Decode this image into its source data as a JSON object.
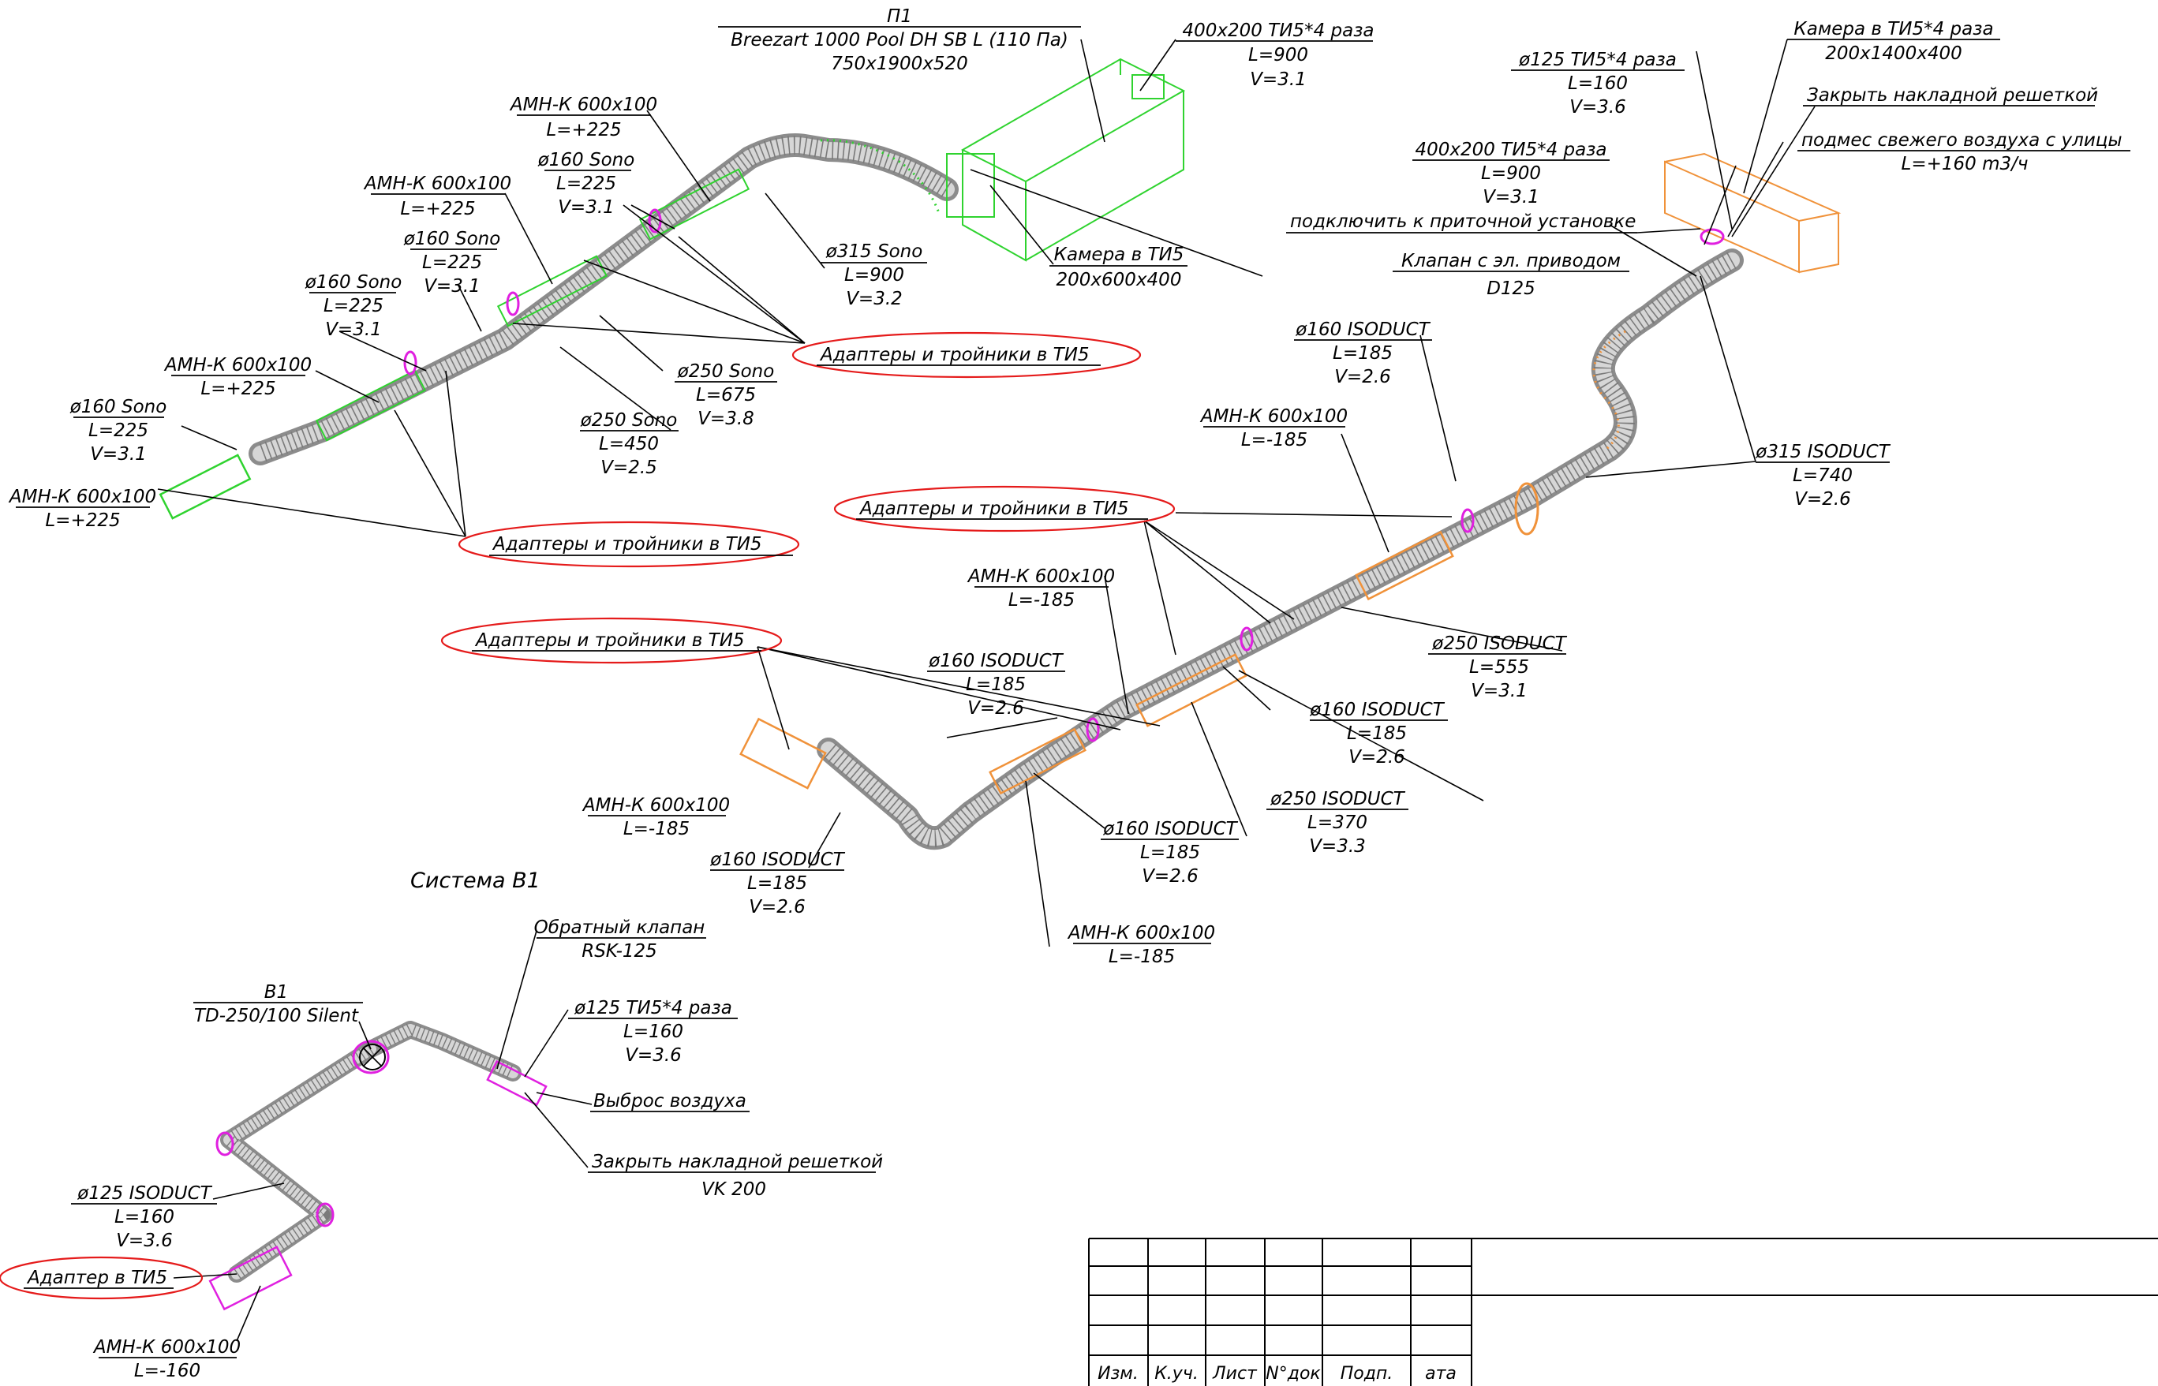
{
  "colors": {
    "supply_green": "#2fd32f",
    "supply_orange": "#f0923a",
    "exhaust_magenta": "#e020e0",
    "highlight_red": "#e51b1b",
    "duct_gray": "#9a9a9a",
    "text": "#000000"
  },
  "labels": {
    "p1_title": "П1",
    "p1_model": "Breezart 1000 Pool DH SB L (110 Па)",
    "p1_dims": "750x1900x520",
    "g_400x200_name": "400x200 ТИ5*4 раза",
    "g_400x200_l": "L=900",
    "g_400x200_v": "V=3.1",
    "g_cam_name": "Камера в ТИ5",
    "g_cam_dims": "200x600x400",
    "g_315_name": "ø315 Sono",
    "g_315_l": "L=900",
    "g_315_v": "V=3.2",
    "g_amn1_name": "АМН-К 600x100",
    "g_amn1_l": "L=+225",
    "g_160a_name": "ø160 Sono",
    "g_160a_l": "L=225",
    "g_160a_v": "V=3.1",
    "g_amn2_name": "АМН-К 600x100",
    "g_amn2_l": "L=+225",
    "g_160b_name": "ø160 Sono",
    "g_160b_l": "L=225",
    "g_160b_v": "V=3.1",
    "g_160c_name": "ø160 Sono",
    "g_160c_l": "L=225",
    "g_160c_v": "V=3.1",
    "g_amn3_name": "АМН-К 600x100",
    "g_amn3_l": "L=+225",
    "g_160d_name": "ø160 Sono",
    "g_160d_l": "L=225",
    "g_160d_v": "V=3.1",
    "g_amn4_name": "АМН-К 600x100",
    "g_amn4_l": "L=+225",
    "g_250a_name": "ø250 Sono",
    "g_250a_l": "L=675",
    "g_250a_v": "V=3.8",
    "g_250b_name": "ø250 Sono",
    "g_250b_l": "L=450",
    "g_250b_v": "V=2.5",
    "adapter_tees_1": "Адаптеры и тройники в ТИ5",
    "adapter_tees_2": "Адаптеры и тройники в ТИ5",
    "adapter_tees_3": "Адаптеры и тройники в ТИ5",
    "adapter_tees_4": "Адаптеры и тройники в ТИ5",
    "o_cam_name": "Камера в ТИ5*4 раза",
    "o_cam_dims": "200x1400x400",
    "o_125_name": "ø125 ТИ5*4 раза",
    "o_125_l": "L=160",
    "o_125_v": "V=3.6",
    "o_close": "Закрыть накладной решеткой",
    "o_fresh": "подмес свежего воздуха с улицы",
    "o_fresh_l": "L=+160 m3/ч",
    "o_400x200_name": "400x200 ТИ5*4 раза",
    "o_400x200_l": "L=900",
    "o_400x200_v": "V=3.1",
    "o_connect": "подключить к приточной установке",
    "o_valve": "Клапан с эл. приводом",
    "o_valve_model": "D125",
    "o_160a_name": "ø160 ISODUCT",
    "o_160a_l": "L=185",
    "o_160a_v": "V=2.6",
    "o_amn1_name": "АМН-К 600x100",
    "o_amn1_l": "L=-185",
    "o_315_name": "ø315 ISODUCT",
    "o_315_l": "L=740",
    "o_315_v": "V=2.6",
    "o_amn2_name": "АМН-К 600x100",
    "o_amn2_l": "L=-185",
    "o_250a_name": "ø250 ISODUCT",
    "o_250a_l": "L=555",
    "o_250a_v": "V=3.1",
    "o_160b_name": "ø160 ISODUCT",
    "o_160b_l": "L=185",
    "o_160b_v": "V=2.6",
    "o_160c_name": "ø160 ISODUCT",
    "o_160c_l": "L=185",
    "o_160c_v": "V=2.6",
    "o_250b_name": "ø250 ISODUCT",
    "o_250b_l": "L=370",
    "o_250b_v": "V=3.3",
    "o_amn3_name": "АМН-К 600x100",
    "o_amn3_l": "L=-185",
    "o_160d_name": "ø160 ISODUCT",
    "o_160d_l": "L=185",
    "o_160d_v": "V=2.6",
    "o_160e_name": "ø160 ISODUCT",
    "o_160e_l": "L=185",
    "o_160e_v": "V=2.6",
    "o_amn4_name": "АМН-К 600x100",
    "o_amn4_l": "L=-185",
    "system_b1": "Система В1",
    "b1_title": "В1",
    "b1_model": "TD-250/100 Silent",
    "b_check_name": "Обратный клапан",
    "b_check_model": "RSK-125",
    "b_125a_name": "ø125 ТИ5*4 раза",
    "b_125a_l": "L=160",
    "b_125a_v": "V=3.6",
    "b_exhaust": "Выброс воздуха",
    "b_close": "Закрыть накладной решеткой",
    "b_close_model": "VK 200",
    "b_125b_name": "ø125 ISODUCT",
    "b_125b_l": "L=160",
    "b_125b_v": "V=3.6",
    "b_adapter": "Адаптер в ТИ5",
    "b_amn_name": "АМН-К 600x100",
    "b_amn_l": "L=-160"
  },
  "title_block": {
    "columns": [
      "Изм.",
      "К.уч.",
      "Лист",
      "N°док",
      "Подп.",
      "ата"
    ]
  }
}
